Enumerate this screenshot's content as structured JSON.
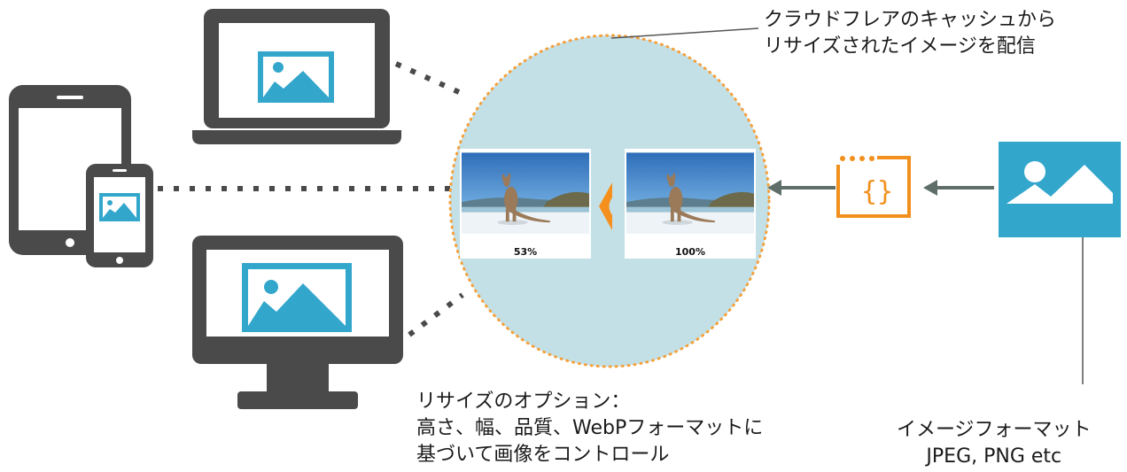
{
  "cdn_caption": {
    "line1": "クラウドフレアのキャッシュから",
    "line2": "リサイズされたイメージを配信"
  },
  "resize_caption": {
    "line1": "リサイズのオプション：",
    "line2": "高さ、幅、品質、WebPフォーマットに",
    "line3": "基づいて画像をコントロール"
  },
  "format_caption": {
    "line1": "イメージフォーマット",
    "line2": "JPEG, PNG etc"
  },
  "photos": {
    "resized_label": "53%",
    "original_label": "100%"
  },
  "colors": {
    "device_gray": "#4a4a4a",
    "image_blue": "#33a6cc",
    "circle_fill": "#c3e0e6",
    "dot_orange": "#f5a03a",
    "worker_orange": "#f2901e",
    "arrow_gray": "#5f6e68"
  },
  "icons": {
    "laptop": "laptop-icon",
    "tablet": "tablet-icon",
    "phone": "phone-icon",
    "monitor": "monitor-icon",
    "worker": "code-braces-icon",
    "source_image": "image-icon"
  }
}
